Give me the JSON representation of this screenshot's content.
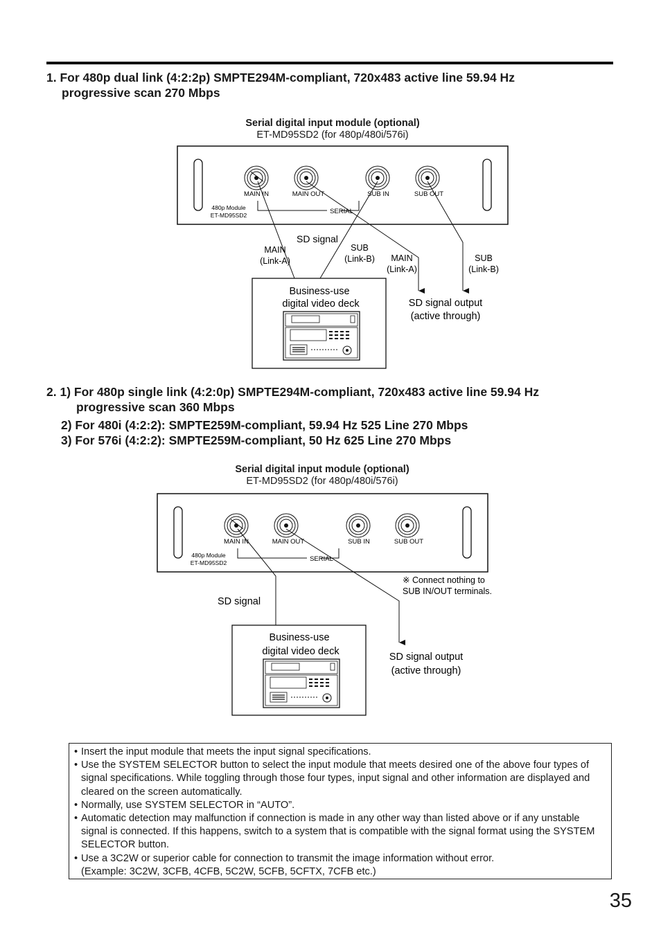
{
  "section1": {
    "heading_line1": "1. For 480p dual link (4:2:2p) SMPTE294M-compliant, 720x483 active line 59.94 Hz",
    "heading_line2": "progressive scan 270 Mbps"
  },
  "section2": {
    "heading_line1": "2. 1) For 480p single link (4:2:0p) SMPTE294M-compliant, 720x483 active line 59.94 Hz",
    "heading_line2": "progressive scan 360 Mbps",
    "heading_line3": "2) For 480i (4:2:2): SMPTE259M-compliant, 59.94 Hz 525 Line 270 Mbps",
    "heading_line4": "3) For 576i (4:2:2): SMPTE259M-compliant, 50 Hz 625 Line 270 Mbps"
  },
  "diagram1": {
    "module_title": "Serial digital input module (optional)",
    "module_model": "ET-MD95SD2 (for 480p/480i/576i)",
    "port_main_in": "MAIN IN",
    "port_main_out": "MAIN OUT",
    "port_sub_in": "SUB IN",
    "port_sub_out": "SUB OUT",
    "serial_label": "SERIAL",
    "module_name_line1": "480p Module",
    "module_name_line2": "ET-MD95SD2",
    "sd_signal": "SD signal",
    "main_in_line1": "MAIN",
    "main_in_line2": "(Link-A)",
    "sub_in_line1": "SUB",
    "sub_in_line2": "(Link-B)",
    "main_out_line1": "MAIN",
    "main_out_line2": "(Link-A)",
    "sub_out_line1": "SUB",
    "sub_out_line2": "(Link-B)",
    "deck_line1": "Business-use",
    "deck_line2": "digital video deck",
    "output_line1": "SD signal output",
    "output_line2": "(active through)"
  },
  "diagram2": {
    "module_title": "Serial digital input module (optional)",
    "module_model": "ET-MD95SD2 (for 480p/480i/576i)",
    "port_main_in": "MAIN IN",
    "port_main_out": "MAIN OUT",
    "port_sub_in": "SUB IN",
    "port_sub_out": "SUB OUT",
    "serial_label": "SERIAL",
    "module_name_line1": "480p Module",
    "module_name_line2": "ET-MD95SD2",
    "note_line1": "※ Connect nothing to",
    "note_line2": "SUB IN/OUT terminals.",
    "sd_signal": "SD signal",
    "deck_line1": "Business-use",
    "deck_line2": "digital video deck",
    "output_line1": "SD signal output",
    "output_line2": "(active through)"
  },
  "notes": {
    "items": [
      "Insert the input module that meets the input signal specifications.",
      "Use the SYSTEM SELECTOR button to select the input module that meets desired one of the above four types of signal specifications.  While toggling through those four types, input signal and other information are displayed and cleared on the screen automatically.",
      "Normally, use SYSTEM SELECTOR in “AUTO”.",
      "Automatic detection may malfunction if connection is made in any other way than listed above or if any unstable signal is connected.  If this happens, switch to a system that is compatible with the signal format using the SYSTEM SELECTOR button.",
      "Use a 3C2W or superior cable for connection to transmit the image information without error."
    ],
    "example": "(Example: 3C2W, 3CFB, 4CFB, 5C2W, 5CFB, 5CFTX, 7CFB etc.)"
  },
  "page_number": "35"
}
